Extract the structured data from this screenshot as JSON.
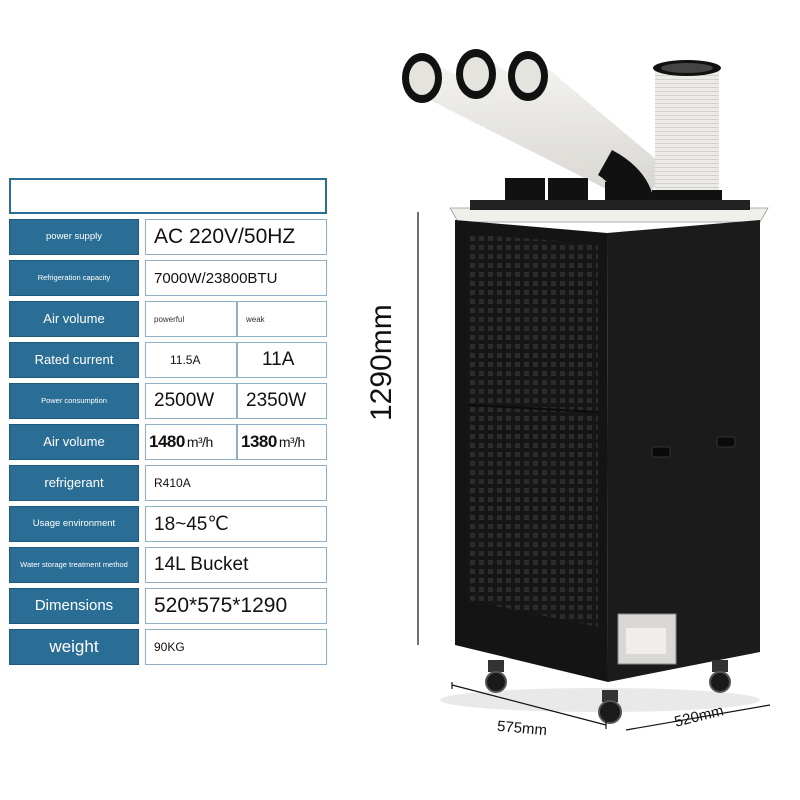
{
  "specs": {
    "power_supply": {
      "label": "power supply",
      "value": "AC 220V/50HZ"
    },
    "refrigeration_capacity": {
      "label": "Refrigeration capacity",
      "value": "7000W/23800BTU"
    },
    "air_volume_mode": {
      "label": "Air volume",
      "strong": "powerful",
      "weak": "weak"
    },
    "rated_current": {
      "label": "Rated current",
      "strong": "11.5A",
      "weak": "11A"
    },
    "power_consumption": {
      "label": "Power consumption",
      "strong": "2500W",
      "weak": "2350W"
    },
    "air_volume": {
      "label": "Air volume",
      "strong": "1480",
      "weak": "1380",
      "unit": "m³/h"
    },
    "refrigerant": {
      "label": "refrigerant",
      "value": "R410A"
    },
    "usage_environment": {
      "label": "Usage environment",
      "value": "18~45℃"
    },
    "water_storage": {
      "label": "Water storage treatment method",
      "value": "14L Bucket"
    },
    "dimensions": {
      "label": "Dimensions",
      "value": "520*575*1290"
    },
    "weight": {
      "label": "weight",
      "value": "90KG"
    }
  },
  "dimension_labels": {
    "height": "1290mm",
    "depth": "575mm",
    "width": "520mm"
  },
  "colors": {
    "label_bg": "#2b6e95",
    "unit_body": "#111111",
    "duct": "#ecebe7"
  }
}
